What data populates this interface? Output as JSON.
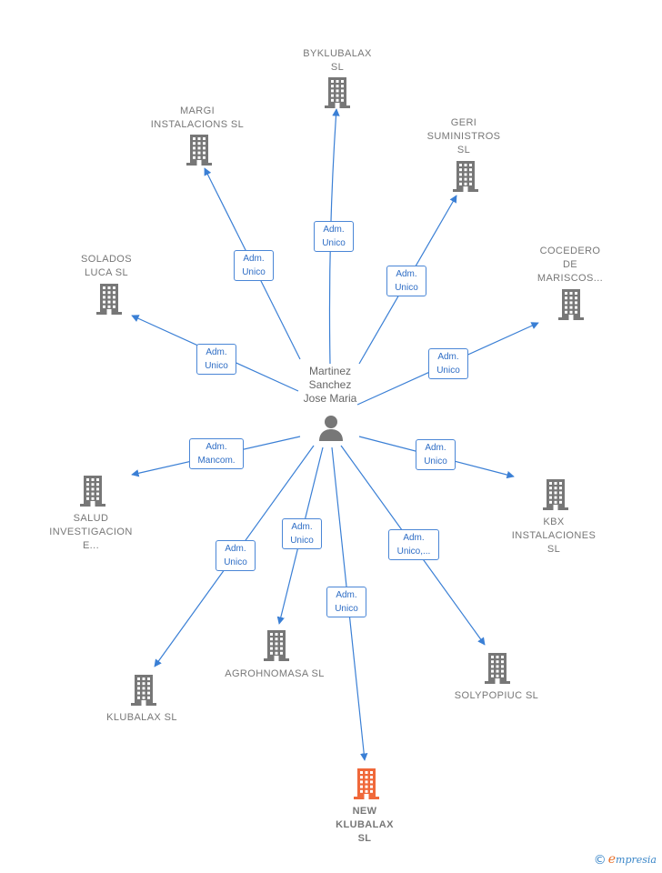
{
  "colors": {
    "edge": "#3a7fd5",
    "building": "#777777",
    "building_highlight": "#f0683a",
    "person": "#777777"
  },
  "center": {
    "label": "Martinez\nSanchez\nJose Maria",
    "icon": "person-icon"
  },
  "nodes": [
    {
      "id": "byklubalax",
      "label": "BYKLUBALAX\nSL",
      "icon": "building-icon"
    },
    {
      "id": "margi",
      "label": "MARGI\nINSTALACIONS SL",
      "icon": "building-icon"
    },
    {
      "id": "geri",
      "label": "GERI\nSUMINISTROS\nSL",
      "icon": "building-icon"
    },
    {
      "id": "solados",
      "label": "SOLADOS\nLUCA SL",
      "icon": "building-icon"
    },
    {
      "id": "cocedero",
      "label": "COCEDERO\nDE\nMARISCOS...",
      "icon": "building-icon"
    },
    {
      "id": "salud",
      "label": "SALUD\nINVESTIGACION\nE...",
      "icon": "building-icon"
    },
    {
      "id": "kbx",
      "label": "KBX\nINSTALACIONES\nSL",
      "icon": "building-icon"
    },
    {
      "id": "agrohnomasa",
      "label": "AGROHNOMASA SL",
      "icon": "building-icon"
    },
    {
      "id": "solypopiuc",
      "label": "SOLYPOPIUC SL",
      "icon": "building-icon"
    },
    {
      "id": "klubalax",
      "label": "KLUBALAX  SL",
      "icon": "building-icon"
    },
    {
      "id": "new-klubalax",
      "label": "NEW\nKLUBALAX\nSL",
      "icon": "building-icon",
      "highlight": true
    }
  ],
  "edges": [
    {
      "to": "byklubalax",
      "label": "Adm.\nUnico"
    },
    {
      "to": "margi",
      "label": "Adm.\nUnico"
    },
    {
      "to": "geri",
      "label": "Adm.\nUnico"
    },
    {
      "to": "solados",
      "label": "Adm.\nUnico"
    },
    {
      "to": "cocedero",
      "label": "Adm.\nUnico"
    },
    {
      "to": "salud",
      "label": "Adm.\nMancom."
    },
    {
      "to": "kbx",
      "label": "Adm.\nUnico"
    },
    {
      "to": "agrohnomasa",
      "label": "Adm.\nUnico"
    },
    {
      "to": "solypopiuc",
      "label": "Adm.\nUnico,..."
    },
    {
      "to": "klubalax",
      "label": "Adm.\nUnico"
    },
    {
      "to": "new-klubalax",
      "label": "Adm.\nUnico"
    }
  ],
  "brand": {
    "copyright": "©",
    "initial": "e",
    "name": "mpresia"
  }
}
